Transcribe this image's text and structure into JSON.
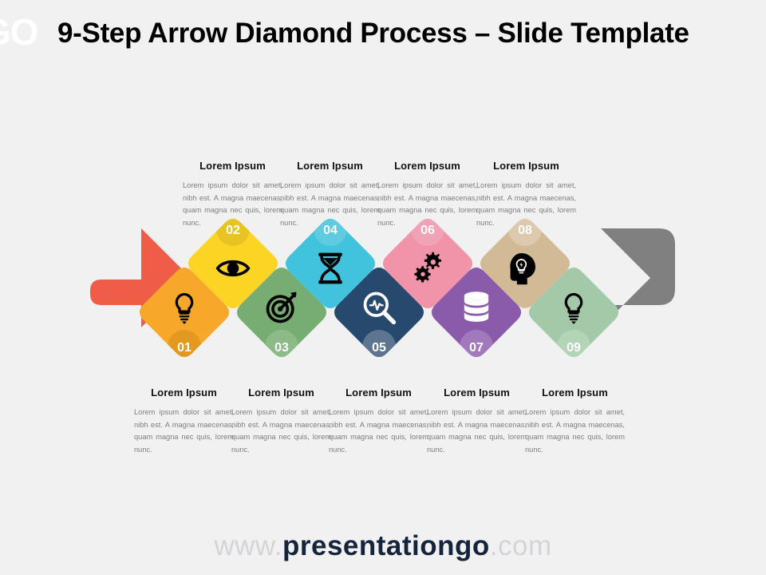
{
  "slide": {
    "background": "#f1f1f1",
    "logo_watermark": "GO",
    "title": "9-Step Arrow Diamond Process – Slide Template"
  },
  "footer": {
    "prefix": "www.",
    "brand": "presentationgo",
    "suffix": ".com"
  },
  "common": {
    "heading": "Lorem Ipsum",
    "body": "Lorem ipsum dolor sit amet, nibh est. A magna maecenas, quam magna nec quis, lorem nunc."
  },
  "arrows": {
    "left": {
      "name": "left-arrow",
      "color": "#ef5d48",
      "direction": "right"
    },
    "right": {
      "name": "right-arrow",
      "color": "#808080",
      "direction": "right"
    }
  },
  "steps": [
    {
      "number": "01",
      "color": "#f7a82a",
      "badge_color": "#e3991f",
      "icon": "lightbulb-icon",
      "icon_color": "#000000",
      "position": "low",
      "badge_position": "bottom"
    },
    {
      "number": "02",
      "color": "#fbd424",
      "badge_color": "#e7c424",
      "icon": "eye-icon",
      "icon_color": "#000000",
      "position": "high",
      "badge_position": "top"
    },
    {
      "number": "03",
      "color": "#77ad73",
      "badge_color": "#8cbb87",
      "icon": "target-icon",
      "icon_color": "#000000",
      "position": "low",
      "badge_position": "bottom"
    },
    {
      "number": "04",
      "color": "#41c3dd",
      "badge_color": "#5ecbe0",
      "icon": "hourglass-icon",
      "icon_color": "#000000",
      "position": "high",
      "badge_position": "top"
    },
    {
      "number": "05",
      "color": "#27496d",
      "badge_color": "#5d7590",
      "icon": "analysis-magnifier-icon",
      "icon_color": "#ffffff",
      "position": "low",
      "badge_position": "bottom"
    },
    {
      "number": "06",
      "color": "#f193a9",
      "badge_color": "#f0a3b6",
      "icon": "gears-icon",
      "icon_color": "#000000",
      "position": "high",
      "badge_position": "top"
    },
    {
      "number": "07",
      "color": "#8b5bab",
      "badge_color": "#a279bd",
      "icon": "database-icon",
      "icon_color": "#ffffff",
      "position": "low",
      "badge_position": "bottom"
    },
    {
      "number": "08",
      "color": "#d3ba96",
      "badge_color": "#ddc9ae",
      "icon": "head-idea-icon",
      "icon_color": "#000000",
      "position": "high",
      "badge_position": "top"
    },
    {
      "number": "09",
      "color": "#a3c9a8",
      "badge_color": "#b4d4b8",
      "icon": "lightbulb-icon",
      "icon_color": "#000000",
      "position": "low",
      "badge_position": "bottom"
    }
  ],
  "top_texts": [
    {
      "heading": "Lorem Ipsum",
      "body": "Lorem ipsum dolor sit amet, nibh est. A magna maecenas, quam magna nec quis, lorem nunc."
    },
    {
      "heading": "Lorem Ipsum",
      "body": "Lorem ipsum dolor sit amet, nibh est. A magna maecenas, quam magna nec quis, lorem nunc."
    },
    {
      "heading": "Lorem Ipsum",
      "body": "Lorem ipsum dolor sit amet, nibh est. A magna maecenas, quam magna nec quis, lorem nunc."
    },
    {
      "heading": "Lorem Ipsum",
      "body": "Lorem ipsum dolor sit amet, nibh est. A magna maecenas, quam magna nec quis, lorem nunc."
    }
  ],
  "bottom_texts": [
    {
      "heading": "Lorem Ipsum",
      "body": "Lorem ipsum dolor sit amet, nibh est. A magna maecenas, quam magna nec quis, lorem nunc."
    },
    {
      "heading": "Lorem Ipsum",
      "body": "Lorem ipsum dolor sit amet, nibh est. A magna maecenas, quam magna nec quis, lorem nunc."
    },
    {
      "heading": "Lorem Ipsum",
      "body": "Lorem ipsum dolor sit amet, nibh est. A magna maecenas, quam magna nec quis, lorem nunc."
    },
    {
      "heading": "Lorem Ipsum",
      "body": "Lorem ipsum dolor sit amet, nibh est. A magna maecenas, quam magna nec quis, lorem nunc."
    },
    {
      "heading": "Lorem Ipsum",
      "body": "Lorem ipsum dolor sit amet, nibh est. A magna maecenas, quam magna nec quis, lorem nunc."
    }
  ]
}
